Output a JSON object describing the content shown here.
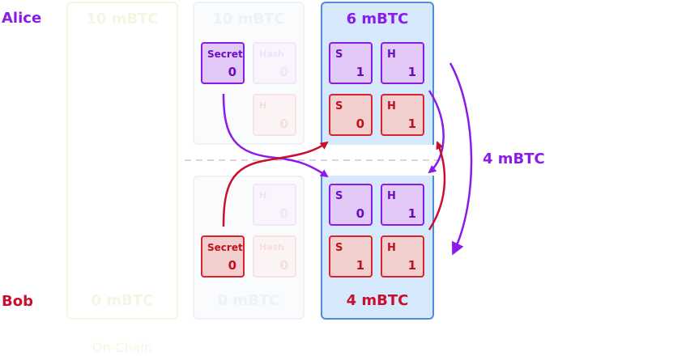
{
  "parties": {
    "alice": "Alice",
    "bob": "Bob"
  },
  "onchain": {
    "alice_amount": "10 mBTC",
    "bob_amount": "0 mBTC",
    "caption": "On-Chain"
  },
  "ghost": {
    "alice_amount": "10 mBTC",
    "bob_amount": "0 mBTC"
  },
  "current": {
    "alice_amount": "6 mBTC",
    "bob_amount": "4 mBTC"
  },
  "transfer_label": "4 mBTC",
  "ghost_alice_boxes": [
    {
      "label": "Secret",
      "value": "0"
    },
    {
      "label": "Hash",
      "value": "0"
    },
    {
      "label": "H",
      "value": "0"
    }
  ],
  "ghost_bob_boxes": [
    {
      "label": "H",
      "value": "0"
    },
    {
      "label": "Secret",
      "value": "0"
    },
    {
      "label": "Hash",
      "value": "0"
    }
  ],
  "alice_boxes": [
    {
      "label": "S",
      "value": "1"
    },
    {
      "label": "H",
      "value": "1"
    },
    {
      "label": "S",
      "value": "0"
    },
    {
      "label": "H",
      "value": "1"
    }
  ],
  "bob_boxes": [
    {
      "label": "S",
      "value": "0"
    },
    {
      "label": "H",
      "value": "1"
    },
    {
      "label": "S",
      "value": "1"
    },
    {
      "label": "H",
      "value": "1"
    }
  ],
  "colors": {
    "alice": "#8a1be8",
    "bob": "#c8102e",
    "channel_fill": "#d6e8fb",
    "channel_border": "#4c8fd6"
  }
}
